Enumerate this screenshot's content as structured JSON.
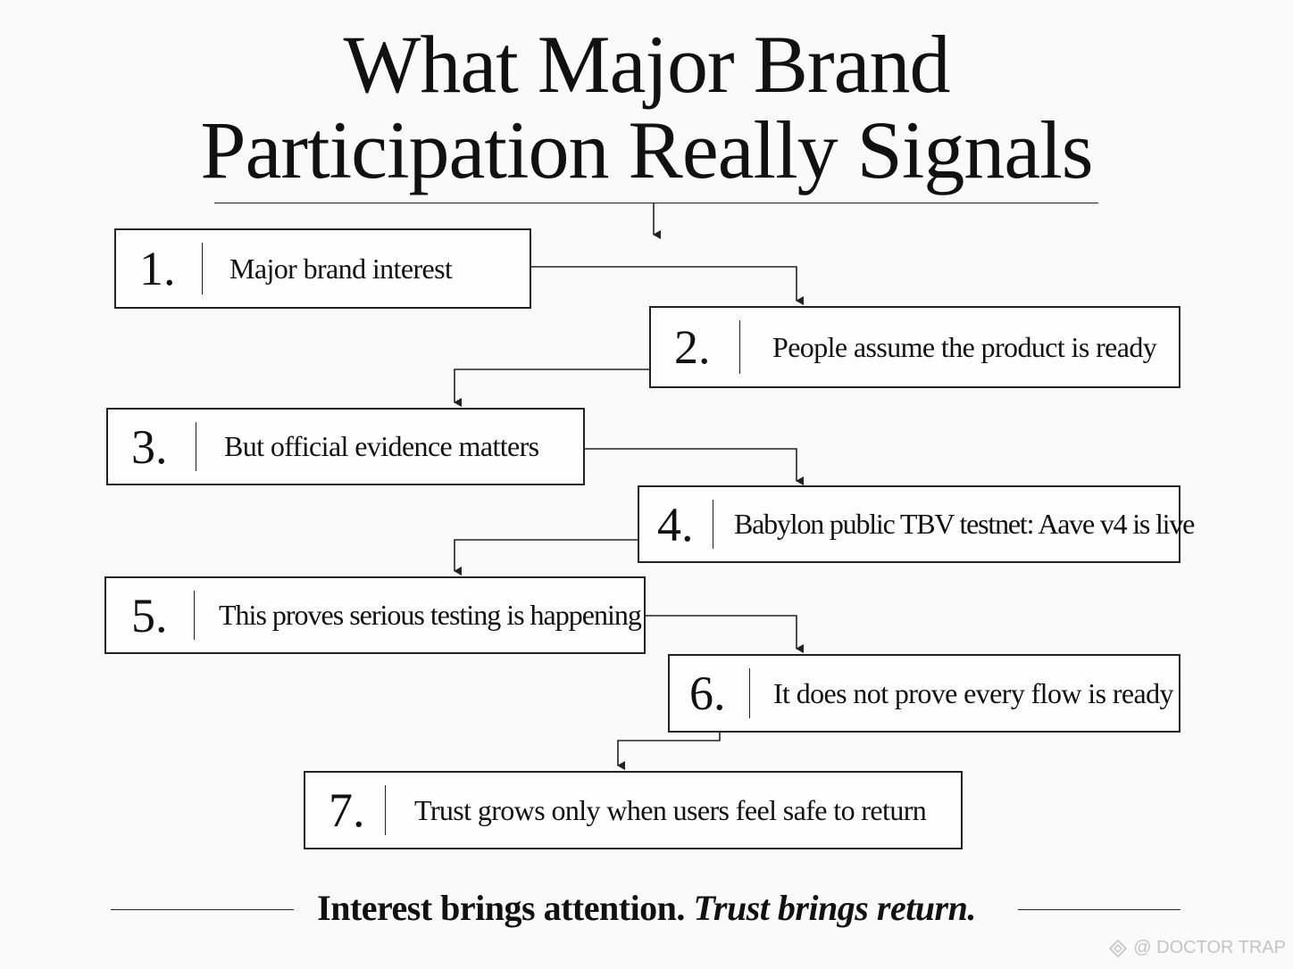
{
  "title": {
    "line1": "What Major Brand",
    "line2": "Participation Really Signals"
  },
  "steps": [
    {
      "number": "1.",
      "text": "Major brand interest"
    },
    {
      "number": "2.",
      "text": "People assume the product is ready"
    },
    {
      "number": "3.",
      "text": "But official evidence matters"
    },
    {
      "number": "4.",
      "text": "Babylon public TBV testnet: Aave v4 is live"
    },
    {
      "number": "5.",
      "text": "This proves serious testing is happening"
    },
    {
      "number": "6.",
      "text": "It does not prove every flow is ready"
    },
    {
      "number": "7.",
      "text": "Trust grows only when users feel safe to return"
    }
  ],
  "tagline": {
    "part1": "Interest brings attention.",
    "part2": "Trust brings return."
  },
  "watermark": {
    "text": "@ DOCTOR TRAP",
    "icon": "diamond-logo-icon"
  },
  "colors": {
    "background": "#fafafa",
    "ink": "#111111",
    "watermark": "#c4c4c4"
  }
}
